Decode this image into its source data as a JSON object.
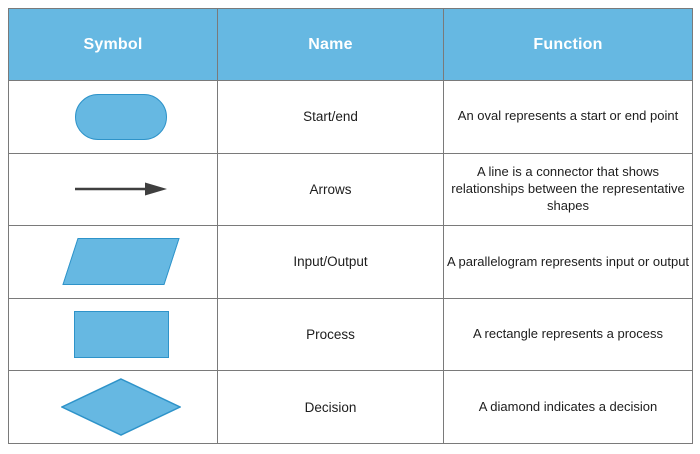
{
  "table": {
    "accent_color": "#66b8e2",
    "shape_border_color": "#2e93c9",
    "border_color": "#7a7a7a",
    "text_color": "#1d1d1d",
    "header": {
      "symbol": "Symbol",
      "name": "Name",
      "function": "Function"
    },
    "rows": [
      {
        "shape": "stadium-shape",
        "name": "Start/end",
        "function": "An oval represents a start or end point"
      },
      {
        "shape": "arrow-shape",
        "name": "Arrows",
        "function": "A line is a connector that shows relationships between the representative shapes"
      },
      {
        "shape": "parallelogram-shape",
        "name": "Input/Output",
        "function": "A parallelogram represents input or output"
      },
      {
        "shape": "rectangle-shape",
        "name": "Process",
        "function": "A rectangle represents a process"
      },
      {
        "shape": "diamond-shape",
        "name": "Decision",
        "function": "A diamond indicates a decision"
      }
    ]
  }
}
